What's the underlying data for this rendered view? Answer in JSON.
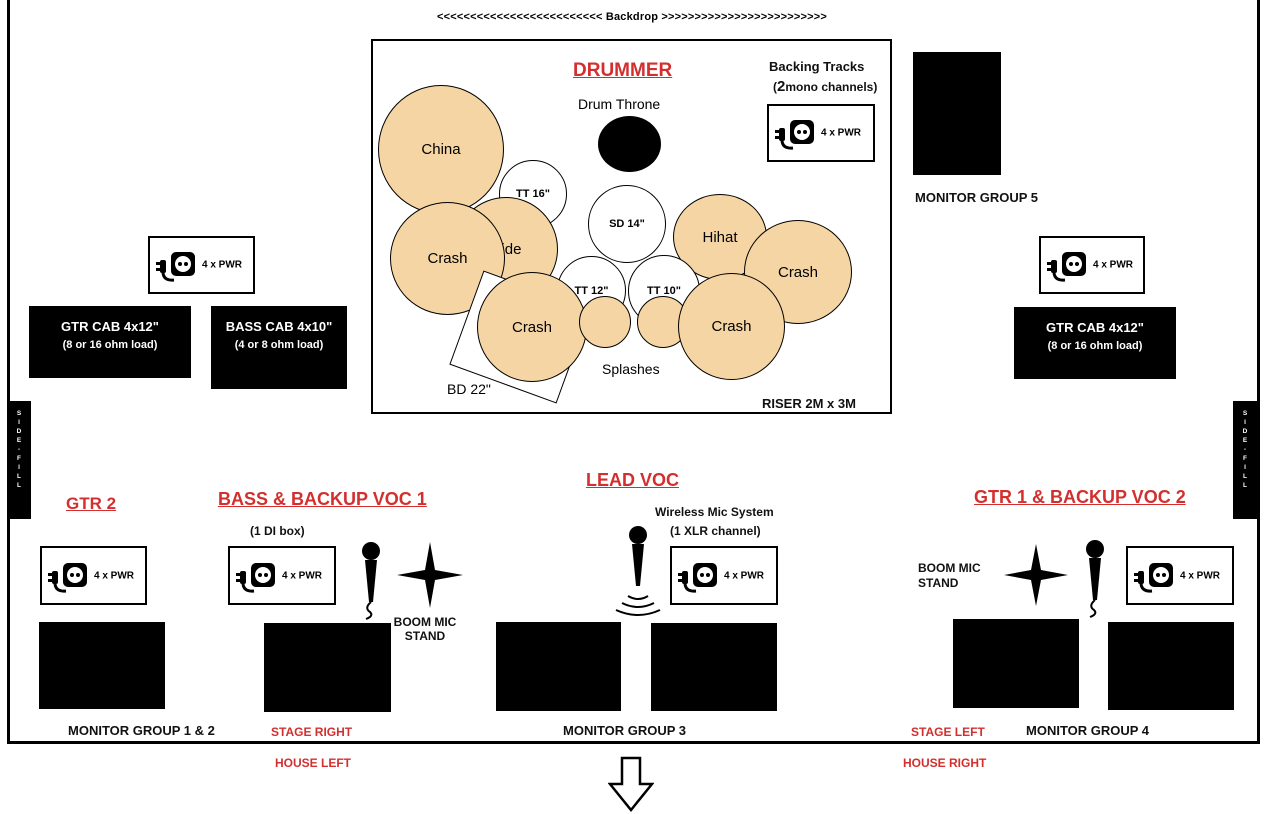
{
  "backdrop": "<<<<<<<<<<<<<<<<<<<<<<<<< Backdrop >>>>>>>>>>>>>>>>>>>>>>>>>",
  "drummer": {
    "title": "DRUMMER",
    "throne": "Drum Throne",
    "backing_title": "Backing Tracks",
    "backing_sub_num": "2",
    "backing_sub_rest": "mono channels)",
    "backing_sub_open": "(",
    "riser": "RISER 2M x 3M",
    "kit": {
      "china": "China",
      "tt16": "TT 16\"",
      "sd14": "SD 14\"",
      "crash": "Crash",
      "ride": "Ride",
      "hihat": "Hihat",
      "tt12": "TT 12\"",
      "tt10": "TT 10\"",
      "splashes": "Splashes",
      "bd22": "BD 22\""
    }
  },
  "power_label": "4 x PWR",
  "cabs": {
    "gtr_left_title": "GTR CAB 4x12\"",
    "gtr_left_sub": "(8 or 16 ohm load)",
    "bass_title": "BASS CAB 4x10\"",
    "bass_sub": "(4 or 8 ohm load)",
    "gtr_right_title": "GTR CAB 4x12\"",
    "gtr_right_sub": "(8 or 16 ohm load)"
  },
  "side_fill": "S I D E - F I L L",
  "positions": {
    "gtr2": "GTR 2",
    "bass": "BASS & BACKUP VOC 1",
    "di_box": "(1 DI box)",
    "lead": "LEAD VOC",
    "wireless_title": "Wireless Mic System",
    "wireless_sub": "(1 XLR channel)",
    "gtr1": "GTR 1 & BACKUP VOC 2",
    "boom": "BOOM MIC STAND"
  },
  "monitors": {
    "g12": "MONITOR GROUP 1 & 2",
    "g3": "MONITOR GROUP 3",
    "g4": "MONITOR GROUP 4",
    "g5": "MONITOR GROUP 5"
  },
  "directions": {
    "stage_right": "STAGE RIGHT",
    "house_left": "HOUSE LEFT",
    "stage_left": "STAGE LEFT",
    "house_right": "HOUSE RIGHT"
  },
  "colors": {
    "cymbal": "#f5d5a3",
    "label_red": "#d32f2f",
    "fill": "#000000"
  }
}
